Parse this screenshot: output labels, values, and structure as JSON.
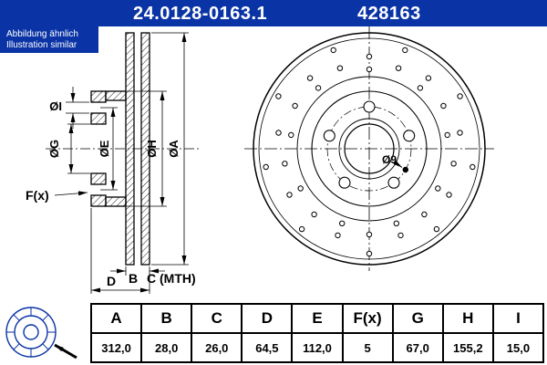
{
  "colors": {
    "brand_blue": "#0a33a5",
    "ink": "#000000",
    "paper": "#ffffff"
  },
  "header": {
    "part_number": "24.0128-0163.1",
    "ref_number": "428163"
  },
  "note": {
    "line1": "Abbildung ähnlich",
    "line2": "Illustration similar"
  },
  "drawing": {
    "labels": {
      "dia_i": "ØI",
      "dia_g": "ØG",
      "dia_e": "ØE",
      "dia_h": "ØH",
      "dia_a": "ØA",
      "f_x": "F(x)",
      "b": "B",
      "c_mth": "C (MTH)",
      "d": "D",
      "drill": "Ø9"
    },
    "icons": {
      "bottom_left": "brake-disc-icon",
      "pointer": "arrow-pointer-icon"
    }
  },
  "table": {
    "columns": [
      "A",
      "B",
      "C",
      "D",
      "E",
      "F(x)",
      "G",
      "H",
      "I"
    ],
    "values": [
      "312,0",
      "28,0",
      "26,0",
      "64,5",
      "112,0",
      "5",
      "67,0",
      "155,2",
      "15,0"
    ]
  }
}
